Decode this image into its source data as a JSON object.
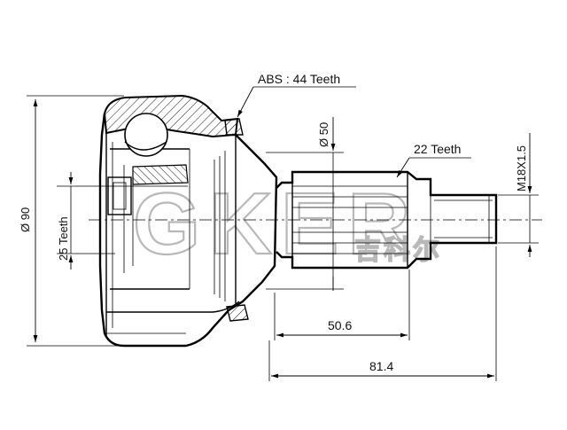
{
  "callouts": {
    "abs": "ABS : 44 Teeth",
    "outer_teeth": "22 Teeth",
    "inner_teeth": "25 Teeth",
    "thread": "M18X1.5"
  },
  "dimensions": {
    "outer_diameter": "Ø 90",
    "seal_diameter": "Ø 50",
    "length_a": "50.6",
    "length_b": "81.4"
  },
  "watermark": {
    "brand": "GKER",
    "chinese": "吉科尔"
  }
}
